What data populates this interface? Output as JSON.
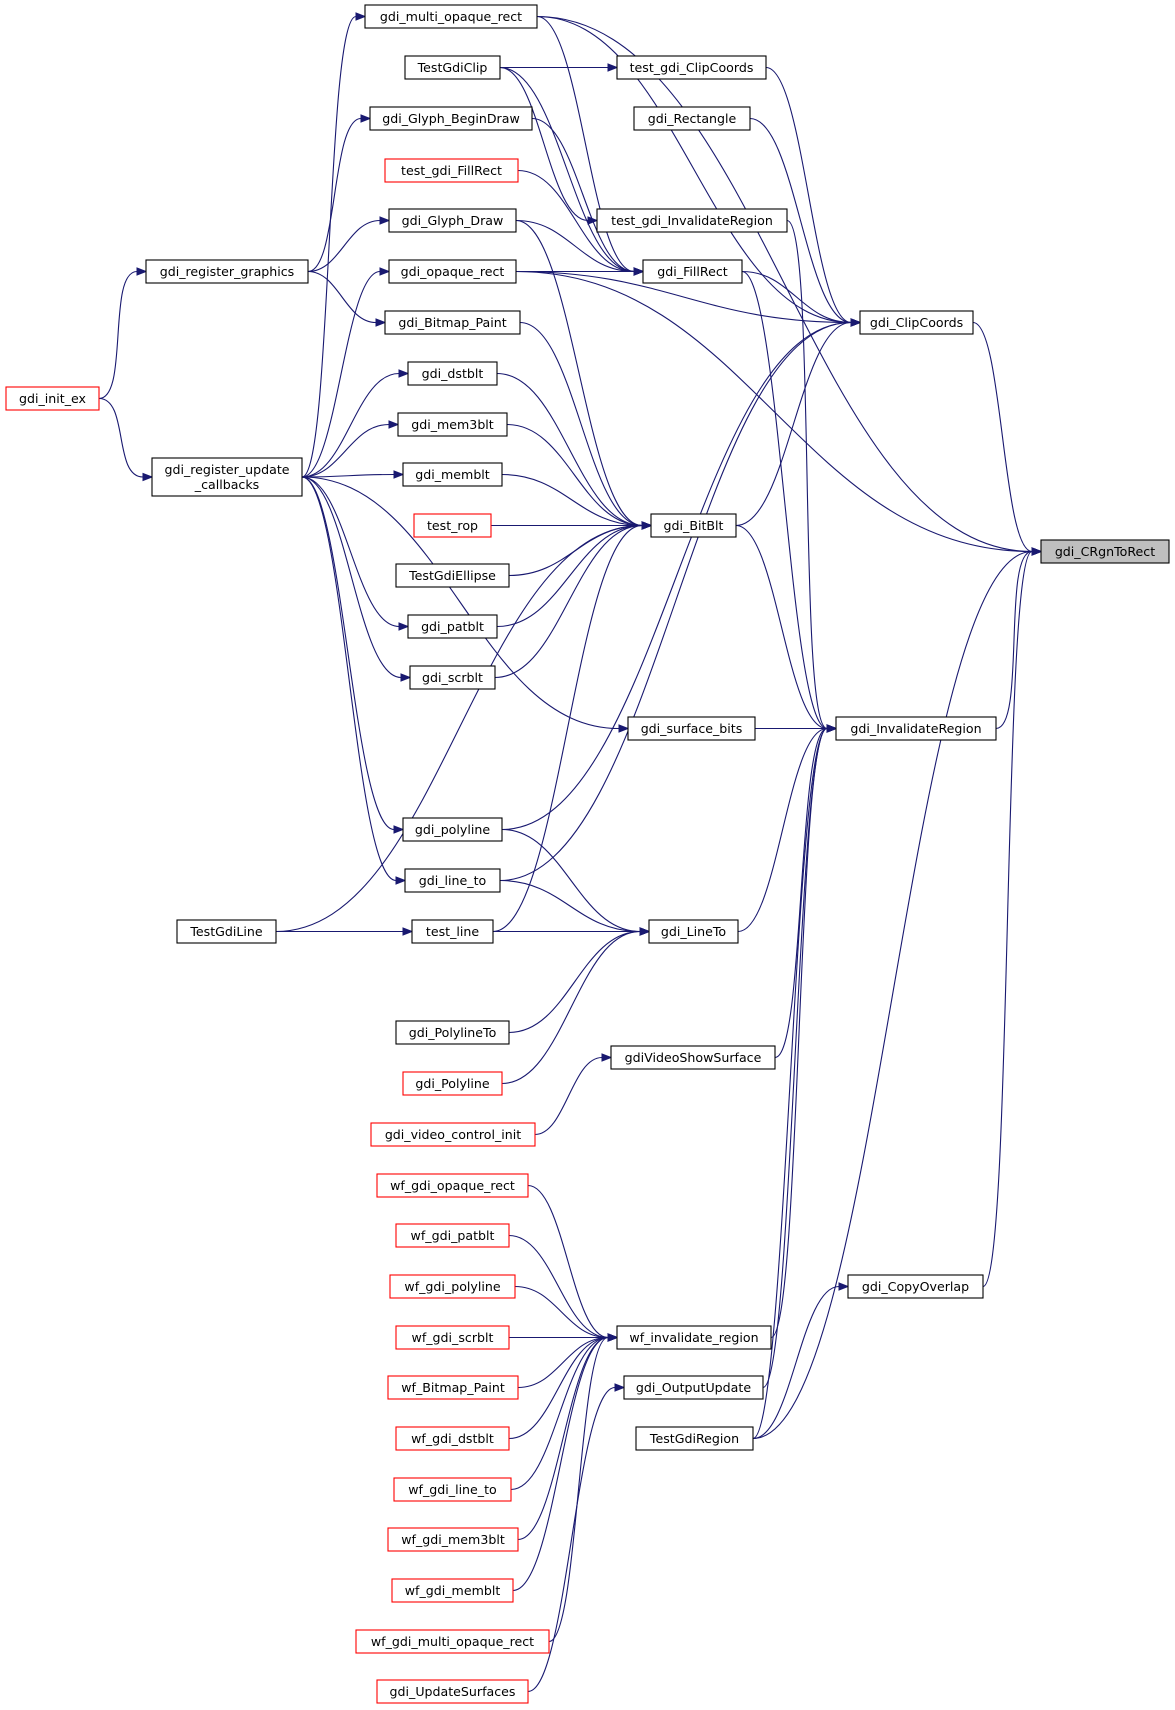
{
  "diagram": {
    "type": "call-graph",
    "colors": {
      "edge": "#191970",
      "node_border": "#000000",
      "node_border_red": "#ff0000",
      "root_fill": "#bfbfbf"
    },
    "root": "gdi_CRgnToRect",
    "nodes": [
      {
        "id": "gdi_CRgnToRect",
        "label": "gdi_CRgnToRect",
        "style": "root"
      },
      {
        "id": "gdi_multi_opaque_rect",
        "label": "gdi_multi_opaque_rect",
        "style": "black"
      },
      {
        "id": "TestGdiClip",
        "label": "TestGdiClip",
        "style": "black"
      },
      {
        "id": "test_gdi_ClipCoords",
        "label": "test_gdi_ClipCoords",
        "style": "black"
      },
      {
        "id": "gdi_Rectangle",
        "label": "gdi_Rectangle",
        "style": "black"
      },
      {
        "id": "gdi_Glyph_BeginDraw",
        "label": "gdi_Glyph_BeginDraw",
        "style": "black"
      },
      {
        "id": "test_gdi_FillRect",
        "label": "test_gdi_FillRect",
        "style": "red"
      },
      {
        "id": "test_gdi_InvalidateRegion",
        "label": "test_gdi_InvalidateRegion",
        "style": "black"
      },
      {
        "id": "gdi_Glyph_Draw",
        "label": "gdi_Glyph_Draw",
        "style": "black"
      },
      {
        "id": "gdi_register_graphics",
        "label": "gdi_register_graphics",
        "style": "black"
      },
      {
        "id": "gdi_opaque_rect",
        "label": "gdi_opaque_rect",
        "style": "black"
      },
      {
        "id": "gdi_FillRect",
        "label": "gdi_FillRect",
        "style": "black"
      },
      {
        "id": "gdi_Bitmap_Paint",
        "label": "gdi_Bitmap_Paint",
        "style": "black"
      },
      {
        "id": "gdi_ClipCoords",
        "label": "gdi_ClipCoords",
        "style": "black"
      },
      {
        "id": "gdi_dstblt",
        "label": "gdi_dstblt",
        "style": "black"
      },
      {
        "id": "gdi_init_ex",
        "label": "gdi_init_ex",
        "style": "red"
      },
      {
        "id": "gdi_mem3blt",
        "label": "gdi_mem3blt",
        "style": "black"
      },
      {
        "id": "gdi_register_update_callbacks",
        "label": [
          "gdi_register_update",
          "_callbacks"
        ],
        "style": "black"
      },
      {
        "id": "gdi_memblt",
        "label": "gdi_memblt",
        "style": "black"
      },
      {
        "id": "test_rop",
        "label": "test_rop",
        "style": "red"
      },
      {
        "id": "gdi_BitBlt",
        "label": "gdi_BitBlt",
        "style": "black"
      },
      {
        "id": "TestGdiEllipse",
        "label": "TestGdiEllipse",
        "style": "black"
      },
      {
        "id": "gdi_patblt",
        "label": "gdi_patblt",
        "style": "black"
      },
      {
        "id": "gdi_scrblt",
        "label": "gdi_scrblt",
        "style": "black"
      },
      {
        "id": "gdi_surface_bits",
        "label": "gdi_surface_bits",
        "style": "black"
      },
      {
        "id": "gdi_InvalidateRegion",
        "label": "gdi_InvalidateRegion",
        "style": "black"
      },
      {
        "id": "gdi_polyline",
        "label": "gdi_polyline",
        "style": "black"
      },
      {
        "id": "gdi_line_to",
        "label": "gdi_line_to",
        "style": "black"
      },
      {
        "id": "TestGdiLine",
        "label": "TestGdiLine",
        "style": "black"
      },
      {
        "id": "test_line",
        "label": "test_line",
        "style": "black"
      },
      {
        "id": "gdi_LineTo",
        "label": "gdi_LineTo",
        "style": "black"
      },
      {
        "id": "gdi_PolylineTo",
        "label": "gdi_PolylineTo",
        "style": "black"
      },
      {
        "id": "gdiVideoShowSurface",
        "label": "gdiVideoShowSurface",
        "style": "black"
      },
      {
        "id": "gdi_Polyline",
        "label": "gdi_Polyline",
        "style": "red"
      },
      {
        "id": "gdi_video_control_init",
        "label": "gdi_video_control_init",
        "style": "red"
      },
      {
        "id": "wf_gdi_opaque_rect",
        "label": "wf_gdi_opaque_rect",
        "style": "red"
      },
      {
        "id": "wf_gdi_patblt",
        "label": "wf_gdi_patblt",
        "style": "red"
      },
      {
        "id": "gdi_CopyOverlap",
        "label": "gdi_CopyOverlap",
        "style": "black"
      },
      {
        "id": "wf_gdi_polyline",
        "label": "wf_gdi_polyline",
        "style": "red"
      },
      {
        "id": "wf_gdi_scrblt",
        "label": "wf_gdi_scrblt",
        "style": "red"
      },
      {
        "id": "wf_invalidate_region",
        "label": "wf_invalidate_region",
        "style": "black"
      },
      {
        "id": "wf_Bitmap_Paint",
        "label": "wf_Bitmap_Paint",
        "style": "red"
      },
      {
        "id": "gdi_OutputUpdate",
        "label": "gdi_OutputUpdate",
        "style": "black"
      },
      {
        "id": "wf_gdi_dstblt",
        "label": "wf_gdi_dstblt",
        "style": "red"
      },
      {
        "id": "TestGdiRegion",
        "label": "TestGdiRegion",
        "style": "black"
      },
      {
        "id": "wf_gdi_line_to",
        "label": "wf_gdi_line_to",
        "style": "red"
      },
      {
        "id": "wf_gdi_mem3blt",
        "label": "wf_gdi_mem3blt",
        "style": "red"
      },
      {
        "id": "wf_gdi_memblt",
        "label": "wf_gdi_memblt",
        "style": "red"
      },
      {
        "id": "wf_gdi_multi_opaque_rect",
        "label": "wf_gdi_multi_opaque_rect",
        "style": "red"
      },
      {
        "id": "gdi_UpdateSurfaces",
        "label": "gdi_UpdateSurfaces",
        "style": "red"
      }
    ],
    "edges": [
      {
        "from": "gdi_multi_opaque_rect",
        "to": "gdi_CRgnToRect"
      },
      {
        "from": "gdi_multi_opaque_rect",
        "to": "gdi_ClipCoords"
      },
      {
        "from": "gdi_multi_opaque_rect",
        "to": "gdi_FillRect"
      },
      {
        "from": "TestGdiClip",
        "to": "test_gdi_ClipCoords"
      },
      {
        "from": "TestGdiClip",
        "to": "test_gdi_InvalidateRegion"
      },
      {
        "from": "TestGdiClip",
        "to": "gdi_FillRect"
      },
      {
        "from": "test_gdi_ClipCoords",
        "to": "gdi_ClipCoords"
      },
      {
        "from": "gdi_Rectangle",
        "to": "gdi_ClipCoords"
      },
      {
        "from": "gdi_Glyph_BeginDraw",
        "to": "gdi_FillRect"
      },
      {
        "from": "test_gdi_FillRect",
        "to": "gdi_FillRect"
      },
      {
        "from": "test_gdi_InvalidateRegion",
        "to": "gdi_InvalidateRegion"
      },
      {
        "from": "gdi_Glyph_Draw",
        "to": "gdi_FillRect"
      },
      {
        "from": "gdi_Glyph_Draw",
        "to": "gdi_BitBlt"
      },
      {
        "from": "gdi_register_graphics",
        "to": "gdi_Glyph_BeginDraw"
      },
      {
        "from": "gdi_register_graphics",
        "to": "gdi_Glyph_Draw"
      },
      {
        "from": "gdi_register_graphics",
        "to": "gdi_Bitmap_Paint"
      },
      {
        "from": "gdi_opaque_rect",
        "to": "gdi_FillRect"
      },
      {
        "from": "gdi_opaque_rect",
        "to": "gdi_ClipCoords"
      },
      {
        "from": "gdi_opaque_rect",
        "to": "gdi_CRgnToRect"
      },
      {
        "from": "gdi_FillRect",
        "to": "gdi_ClipCoords"
      },
      {
        "from": "gdi_FillRect",
        "to": "gdi_InvalidateRegion"
      },
      {
        "from": "gdi_Bitmap_Paint",
        "to": "gdi_BitBlt"
      },
      {
        "from": "gdi_ClipCoords",
        "to": "gdi_CRgnToRect"
      },
      {
        "from": "gdi_dstblt",
        "to": "gdi_BitBlt"
      },
      {
        "from": "gdi_init_ex",
        "to": "gdi_register_graphics"
      },
      {
        "from": "gdi_init_ex",
        "to": "gdi_register_update_callbacks"
      },
      {
        "from": "gdi_mem3blt",
        "to": "gdi_BitBlt"
      },
      {
        "from": "gdi_register_update_callbacks",
        "to": "gdi_multi_opaque_rect"
      },
      {
        "from": "gdi_register_update_callbacks",
        "to": "gdi_opaque_rect"
      },
      {
        "from": "gdi_register_update_callbacks",
        "to": "gdi_dstblt"
      },
      {
        "from": "gdi_register_update_callbacks",
        "to": "gdi_mem3blt"
      },
      {
        "from": "gdi_register_update_callbacks",
        "to": "gdi_memblt"
      },
      {
        "from": "gdi_register_update_callbacks",
        "to": "gdi_patblt"
      },
      {
        "from": "gdi_register_update_callbacks",
        "to": "gdi_scrblt"
      },
      {
        "from": "gdi_register_update_callbacks",
        "to": "gdi_surface_bits"
      },
      {
        "from": "gdi_register_update_callbacks",
        "to": "gdi_polyline"
      },
      {
        "from": "gdi_register_update_callbacks",
        "to": "gdi_line_to"
      },
      {
        "from": "gdi_memblt",
        "to": "gdi_BitBlt"
      },
      {
        "from": "test_rop",
        "to": "gdi_BitBlt"
      },
      {
        "from": "gdi_BitBlt",
        "to": "gdi_ClipCoords"
      },
      {
        "from": "gdi_BitBlt",
        "to": "gdi_InvalidateRegion"
      },
      {
        "from": "TestGdiEllipse",
        "to": "gdi_BitBlt"
      },
      {
        "from": "gdi_patblt",
        "to": "gdi_BitBlt"
      },
      {
        "from": "gdi_scrblt",
        "to": "gdi_BitBlt"
      },
      {
        "from": "gdi_surface_bits",
        "to": "gdi_InvalidateRegion"
      },
      {
        "from": "gdi_InvalidateRegion",
        "to": "gdi_CRgnToRect"
      },
      {
        "from": "gdi_polyline",
        "to": "gdi_ClipCoords"
      },
      {
        "from": "gdi_polyline",
        "to": "gdi_LineTo"
      },
      {
        "from": "gdi_line_to",
        "to": "gdi_ClipCoords"
      },
      {
        "from": "gdi_line_to",
        "to": "gdi_LineTo"
      },
      {
        "from": "TestGdiLine",
        "to": "gdi_BitBlt"
      },
      {
        "from": "TestGdiLine",
        "to": "test_line"
      },
      {
        "from": "TestGdiLine",
        "to": "gdi_LineTo"
      },
      {
        "from": "test_line",
        "to": "gdi_BitBlt"
      },
      {
        "from": "test_line",
        "to": "gdi_LineTo"
      },
      {
        "from": "gdi_LineTo",
        "to": "gdi_InvalidateRegion"
      },
      {
        "from": "gdi_PolylineTo",
        "to": "gdi_LineTo"
      },
      {
        "from": "gdiVideoShowSurface",
        "to": "gdi_InvalidateRegion"
      },
      {
        "from": "gdi_Polyline",
        "to": "gdi_LineTo"
      },
      {
        "from": "gdi_video_control_init",
        "to": "gdiVideoShowSurface"
      },
      {
        "from": "wf_gdi_opaque_rect",
        "to": "wf_invalidate_region"
      },
      {
        "from": "wf_gdi_patblt",
        "to": "wf_invalidate_region"
      },
      {
        "from": "gdi_CopyOverlap",
        "to": "gdi_CRgnToRect"
      },
      {
        "from": "wf_gdi_polyline",
        "to": "wf_invalidate_region"
      },
      {
        "from": "wf_gdi_scrblt",
        "to": "wf_invalidate_region"
      },
      {
        "from": "wf_invalidate_region",
        "to": "gdi_InvalidateRegion"
      },
      {
        "from": "wf_Bitmap_Paint",
        "to": "wf_invalidate_region"
      },
      {
        "from": "gdi_OutputUpdate",
        "to": "gdi_InvalidateRegion"
      },
      {
        "from": "wf_gdi_dstblt",
        "to": "wf_invalidate_region"
      },
      {
        "from": "TestGdiRegion",
        "to": "gdi_CRgnToRect"
      },
      {
        "from": "TestGdiRegion",
        "to": "gdi_CopyOverlap"
      },
      {
        "from": "TestGdiRegion",
        "to": "gdi_InvalidateRegion"
      },
      {
        "from": "wf_gdi_line_to",
        "to": "wf_invalidate_region"
      },
      {
        "from": "wf_gdi_mem3blt",
        "to": "wf_invalidate_region"
      },
      {
        "from": "wf_gdi_memblt",
        "to": "wf_invalidate_region"
      },
      {
        "from": "wf_gdi_multi_opaque_rect",
        "to": "wf_invalidate_region"
      },
      {
        "from": "gdi_UpdateSurfaces",
        "to": "gdi_OutputUpdate"
      }
    ]
  }
}
